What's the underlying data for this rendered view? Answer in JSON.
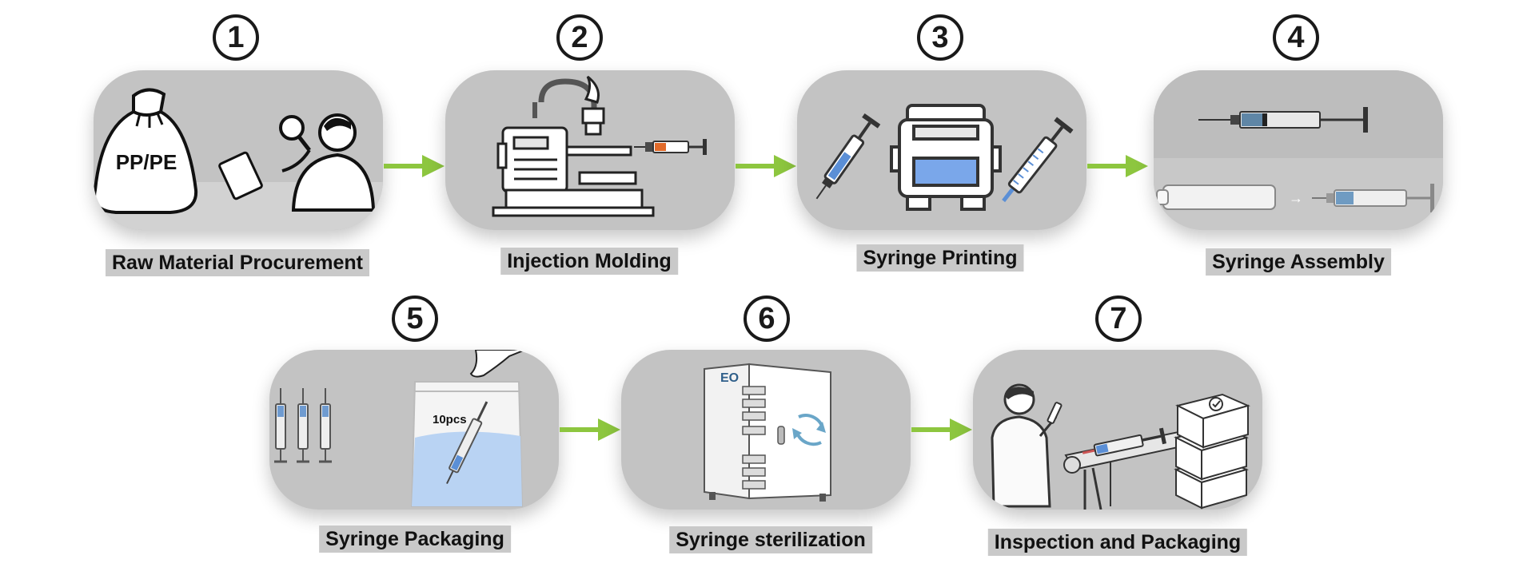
{
  "steps": [
    {
      "number": "1",
      "label": "Raw Material Procurement",
      "material_text": "PP/PE"
    },
    {
      "number": "2",
      "label": "Injection Molding"
    },
    {
      "number": "3",
      "label": "Syringe Printing"
    },
    {
      "number": "4",
      "label": "Syringe Assembly",
      "assembly_arrow": "→"
    },
    {
      "number": "5",
      "label": "Syringe Packaging",
      "bag_text": "10pcs"
    },
    {
      "number": "6",
      "label": "Syringe sterilization",
      "cabinet_text": "EO"
    },
    {
      "number": "7",
      "label": "Inspection and Packaging"
    }
  ],
  "colors": {
    "arrow": "#8dc63f",
    "card": "#c3c3c3",
    "label_bg": "#c9c9c9",
    "accent_blue": "#5b8fd6"
  }
}
